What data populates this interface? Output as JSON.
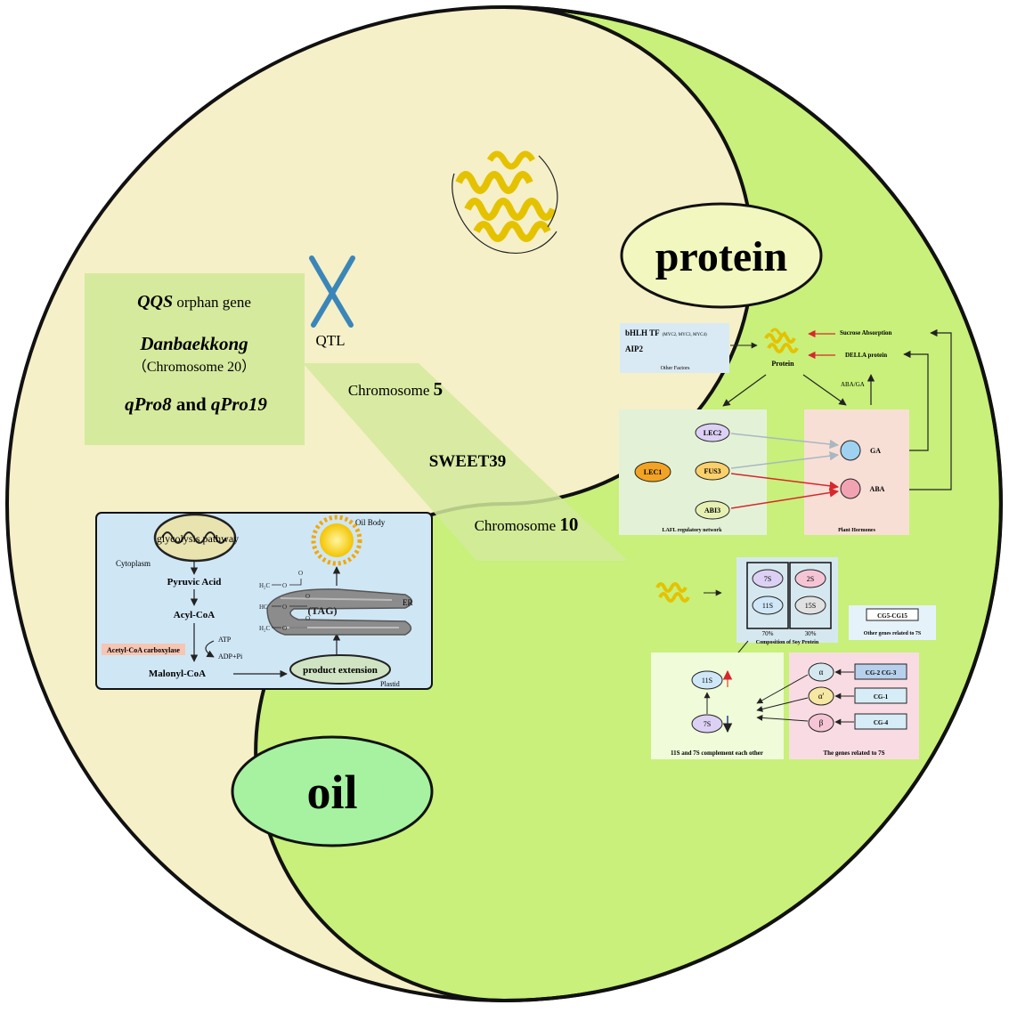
{
  "colors": {
    "oil_half": "#f5f0c8",
    "protein_half": "#c8f07a",
    "outline": "#111111",
    "box_fill": "#d6ea9e",
    "cytoplasm_fill": "#cfe6f5",
    "oil_label_fill": "#a6f2a0",
    "protein_label_fill": "#f2f7c0",
    "mito": "#e9e3b0",
    "er": "#8c8c8c",
    "red_arrow": "#d8262d",
    "grey_arrow": "#a9b7c2"
  },
  "labels": {
    "oil": "oil",
    "protein": "protein",
    "qtl": "QTL"
  },
  "qtl_box": {
    "qqs": "QQS",
    "qqs_suffix": " orphan gene",
    "danbaekkong": "Danbaekkong",
    "chromosome20": "（Chromosome 20）",
    "qpro8": "qPro8",
    "and": " and ",
    "qpro19": "qPro19"
  },
  "band": {
    "chromosome5_prefix": "Chromosome ",
    "chromosome5_num": "5",
    "sweet39": "SWEET39",
    "chromosome10_prefix": "Chromosome ",
    "chromosome10_num": "10"
  },
  "oil_pathway": {
    "glycolysis": "glycolysis pathway",
    "cytoplasm": "Cytoplasm",
    "pyruvic": "Pyruvic Acid",
    "acylcoa": "Acyl-CoA",
    "acc": "Acetyl-CoA carboxylase",
    "atp": "ATP",
    "adp": "ADP+Pi",
    "malonyl": "Malonyl-CoA",
    "product_ext": "product extension",
    "plastid": "Plastid",
    "oil_body": "Oil Body",
    "tag": "(TAG)",
    "er": "ER",
    "h2c": "H₂C",
    "hc": "HC",
    "o": "O"
  },
  "protein_regulation": {
    "bhlh": "bHLH TF",
    "bhlh_sub": "(MYC2, MYC3, MYC4)",
    "aip2": "AIP2",
    "other_factors": "Other Factors",
    "protein": "Protein",
    "sucrose": "Sucrose Absorption",
    "della": "DELLA protein",
    "aba_ga": "ABA/GA",
    "lec2": "LEC2",
    "lec1": "LEC1",
    "fus3": "FUS3",
    "abi3": "ABI3",
    "lafl": "LAFL regulatory network",
    "ga": "GA",
    "aba": "ABA",
    "plant_hormones": "Plant Hormones"
  },
  "soy_protein": {
    "s7": "7S",
    "s2": "2S",
    "s11": "11S",
    "s15": "15S",
    "pct70": "70%",
    "pct30": "30%",
    "composition": "Composition of Soy Protein",
    "cg5_15": "CG5-CG15",
    "other_genes": "Other genes related to 7S",
    "b11": "11S",
    "b7": "7S",
    "complement": "11S and 7S complement each other",
    "alpha": "α",
    "alpha_p": "α'",
    "beta": "β",
    "cg23": "CG-2 CG-3",
    "cg1": "CG-1",
    "cg4": "CG-4",
    "genes7s": "The genes related to 7S"
  }
}
